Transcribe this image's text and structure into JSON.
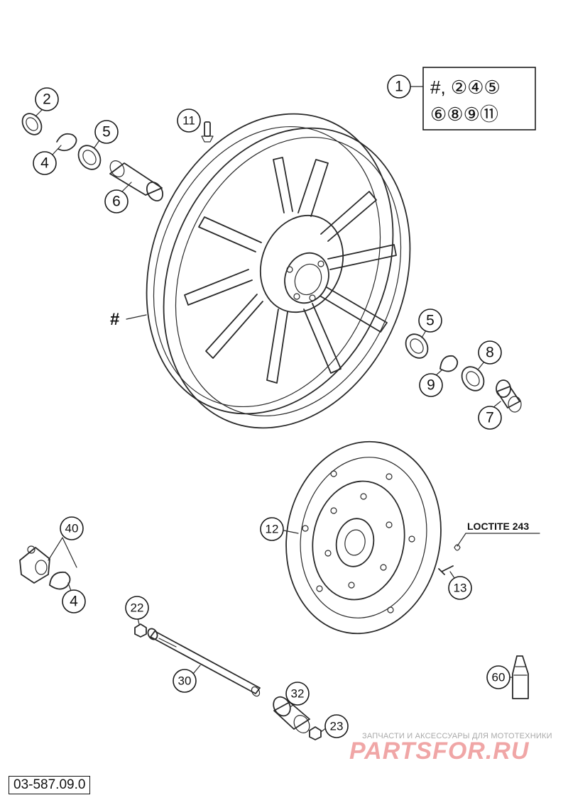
{
  "kit_box": {
    "ref": "1",
    "contents_row1": "#, ②④⑤",
    "contents_row2": "⑥⑧⑨⑪"
  },
  "callouts": {
    "p2": "2",
    "p4a": "4",
    "p5a": "5",
    "p6": "6",
    "p11": "11",
    "p5b": "5",
    "p8": "8",
    "p9": "9",
    "p7": "7",
    "p12": "12",
    "p13": "13",
    "p40": "40",
    "p4b": "4",
    "p22": "22",
    "p30": "30",
    "p32": "32",
    "p23": "23",
    "p60": "60"
  },
  "wheel_label": "#",
  "loctite_label": "LOCTITE 243",
  "diagram_code": "03-587.09.0",
  "watermark": {
    "subtitle": "ЗАПЧАСТИ И АКСЕССУАРЫ ДЛЯ МОТОТЕХНИКИ",
    "brand": "PARTSFOR.RU"
  },
  "colors": {
    "line": "#2a2a2a",
    "watermark": "#f0a6a6"
  }
}
